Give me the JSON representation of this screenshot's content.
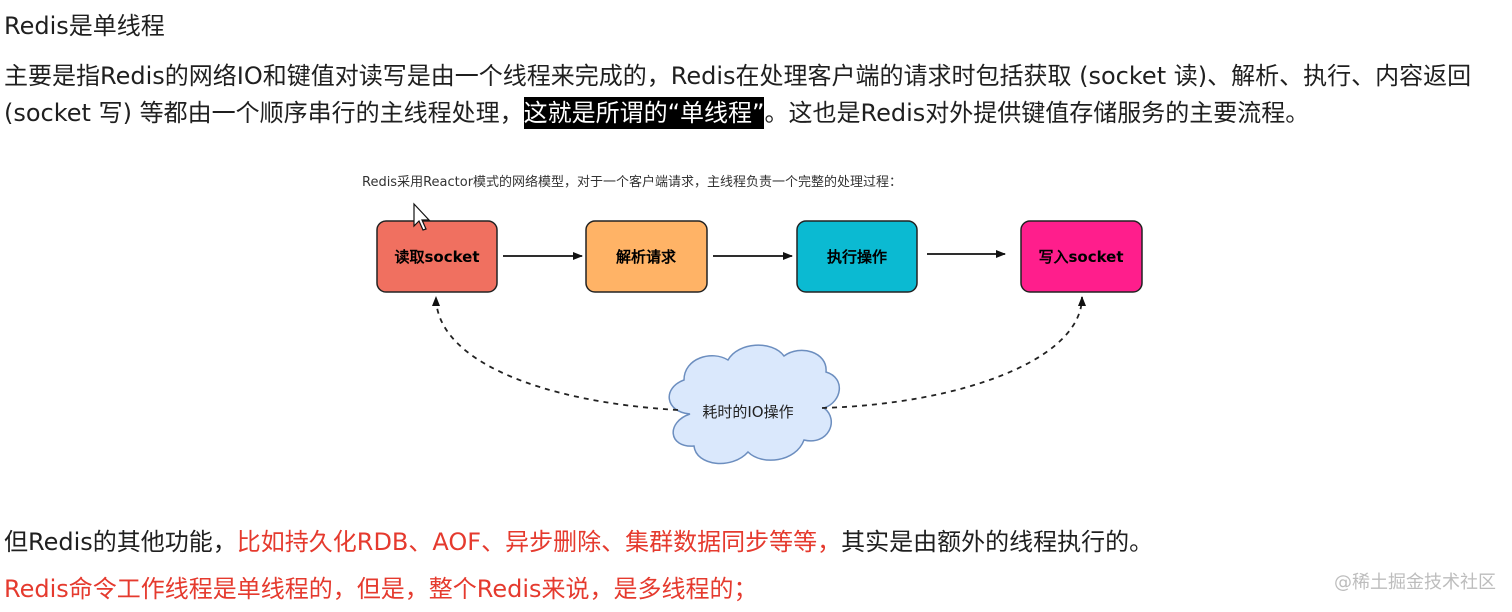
{
  "heading": "Redis是单线程",
  "intro": {
    "part1": "主要是指Redis的网络IO和键值对读写是由一个线程来完成的，Redis在处理客户端的请求时包括获取 (socket 读)、解析、执行、内容返回 (socket 写) 等都由一个顺序串行的主线程处理，",
    "highlight": "这就是所谓的“单线程”",
    "part2": "。这也是Redis对外提供键值存储服务的主要流程。"
  },
  "diagram": {
    "caption": "Redis采用Reactor模式的网络模型，对于一个客户端请求，主线程负责一个完整的处理过程：",
    "nodes": [
      {
        "label": "读取socket",
        "color": "#f07060"
      },
      {
        "label": "解析请求",
        "color": "#ffb366"
      },
      {
        "label": "执行操作",
        "color": "#0bbad2"
      },
      {
        "label": "写入socket",
        "color": "#ff1e8c"
      }
    ],
    "cloud": {
      "label": "耗时的IO操作",
      "color": "#dae8fc"
    }
  },
  "footer": {
    "line1_prefix": "但Redis的其他功能，",
    "line1_red": "比如持久化RDB、AOF、异步删除、集群数据同步等等，",
    "line1_suffix": "其实是由额外的线程执行的。",
    "line2": "Redis命令工作线程是单线程的，但是，整个Redis来说，是多线程的；"
  },
  "watermark": "@稀土掘金技术社区"
}
